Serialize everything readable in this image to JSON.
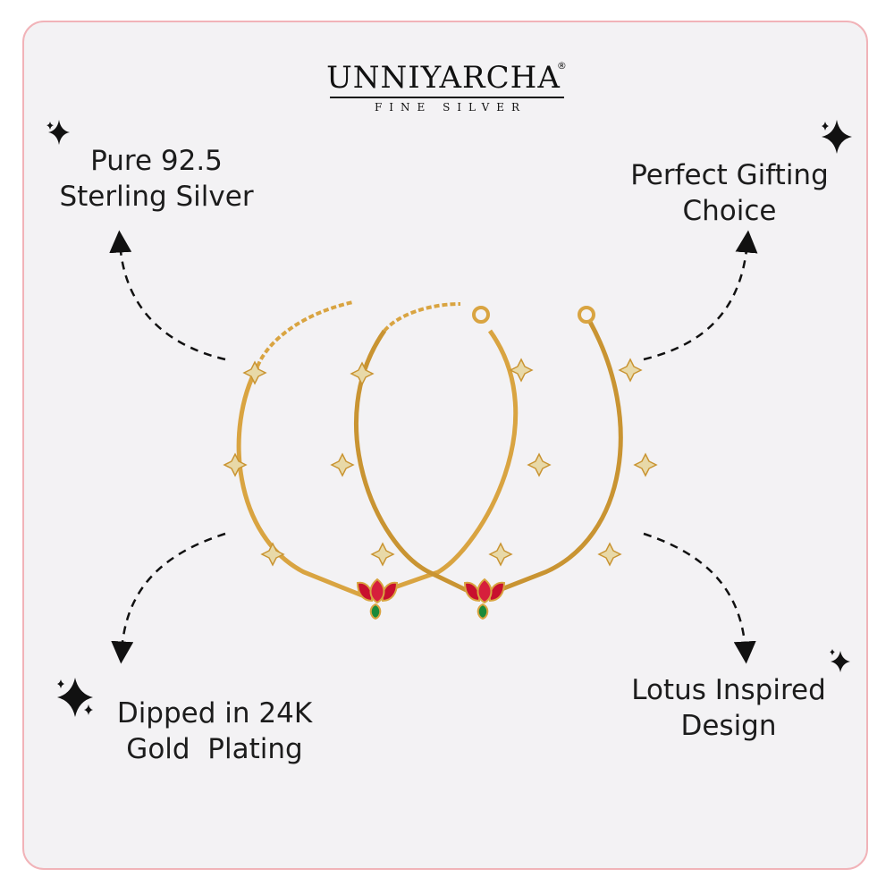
{
  "brand": {
    "name": "UNNIYARCHA",
    "registered": "®",
    "tagline": "FINE SILVER"
  },
  "features": [
    {
      "line1": "Pure 92.5",
      "line2": "Sterling Silver"
    },
    {
      "line1": "Perfect Gifting",
      "line2": "Choice"
    },
    {
      "line1": "Dipped in 24K",
      "line2": "Gold  Plating"
    },
    {
      "line1": "Lotus Inspired",
      "line2": "Design"
    }
  ],
  "colors": {
    "frame_border": "#f1b3b8",
    "background": "#f3f2f4",
    "gold": "#d9a441",
    "lotus_red": "#c8102e",
    "emerald": "#1a8a3a"
  },
  "icons": [
    "sparkle-icon",
    "dashed-arrow-icon",
    "anklet-product-image"
  ]
}
